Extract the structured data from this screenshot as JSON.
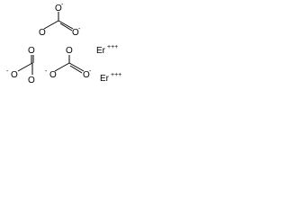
{
  "structure": {
    "carbonates": [
      {
        "top_oxygen": "O",
        "top_charge": "-",
        "left_oxygen": "O",
        "right_oxygen": "O",
        "right_charge": "-"
      },
      {
        "top_oxygen": "O",
        "left_oxygen": "O",
        "left_charge": "-",
        "bottom_oxygen": "O"
      },
      {
        "top_oxygen": "O",
        "left_oxygen": "O",
        "left_charge": "-",
        "right_oxygen": "O",
        "right_charge": "-"
      }
    ],
    "erbium_ions": [
      {
        "symbol": "Er",
        "charge": "+++"
      },
      {
        "symbol": "Er",
        "charge": "+++"
      }
    ],
    "colors": {
      "background": "#ffffff",
      "ink": "#000000"
    }
  }
}
